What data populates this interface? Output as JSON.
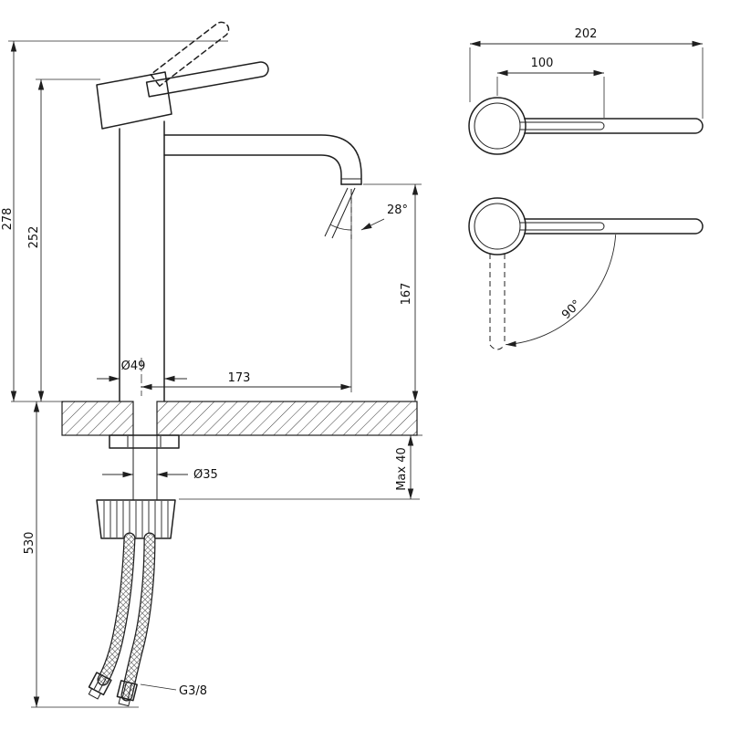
{
  "page": {
    "background": "#ffffff",
    "line_color": "#2a2a2a"
  },
  "drawing": {
    "type": "technical-dimension-drawing",
    "subject": "single-lever-tall-basin-faucet",
    "views": {
      "side_view": "faucet side elevation with mounting and hoses",
      "top_view": "handle plan view",
      "rotated_view": "handle plan view with 90 degree swivel arc"
    },
    "dims": {
      "overall_height": "278",
      "body_height": "252",
      "hose_length": "530",
      "base_diameter": "Ø49",
      "spout_reach": "173",
      "stream_angle": "28°",
      "outlet_height": "167",
      "shank_diameter": "Ø35",
      "max_deck_thickness": "Max 40",
      "hose_thread": "G3/8",
      "handle_overall_length": "202",
      "handle_lever_length": "100",
      "handle_swivel_angle": "90°"
    }
  }
}
